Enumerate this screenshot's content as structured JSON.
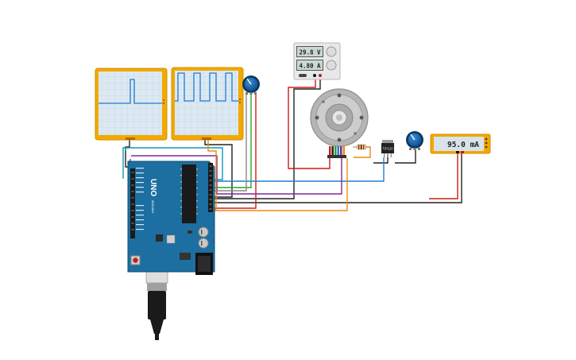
{
  "power_supply": {
    "voltage_readout": "29.8 V",
    "current_readout": "4.80 A"
  },
  "multimeter": {
    "readout": "95.0 mA"
  },
  "arduino": {
    "model": "UNO",
    "brand": "ARDUINO"
  },
  "h_bridge": {
    "label": "TIP120"
  },
  "colors": {
    "instrument_frame": "#f2a900",
    "screen_bg": "#dce9f2",
    "trace": "#1f7ad1",
    "board": "#1c6fa0",
    "knob": "#0e5a9c"
  }
}
